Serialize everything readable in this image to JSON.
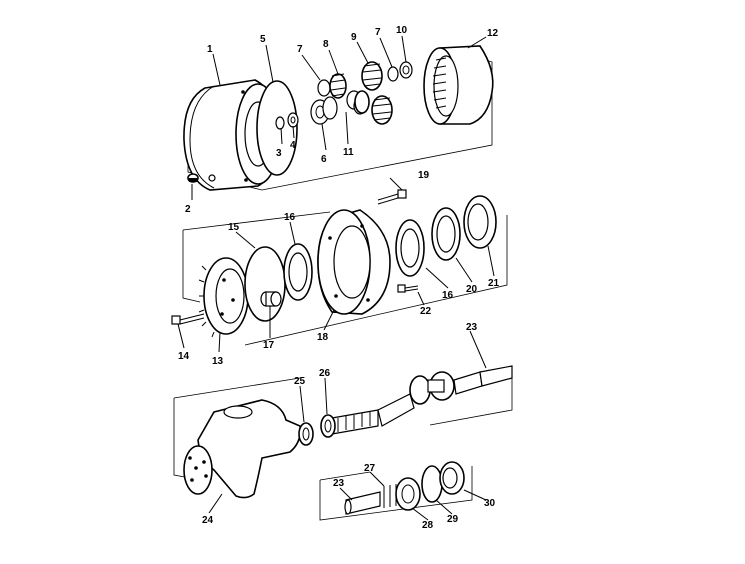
{
  "labels": {
    "p1": "1",
    "p2": "2",
    "p3": "3",
    "p4": "4",
    "p5": "5",
    "p6": "6",
    "p7a": "7",
    "p7b": "7",
    "p8": "8",
    "p9": "9",
    "p10": "10",
    "p11": "11",
    "p12": "12",
    "p13": "13",
    "p14": "14",
    "p15": "15",
    "p16a": "16",
    "p16b": "16",
    "p17": "17",
    "p18": "18",
    "p19": "19",
    "p20": "20",
    "p21": "21",
    "p22": "22",
    "p23a": "23",
    "p23b": "23",
    "p24": "24",
    "p25": "25",
    "p26": "26",
    "p27": "27",
    "p28": "28",
    "p29": "29",
    "p30": "30"
  }
}
